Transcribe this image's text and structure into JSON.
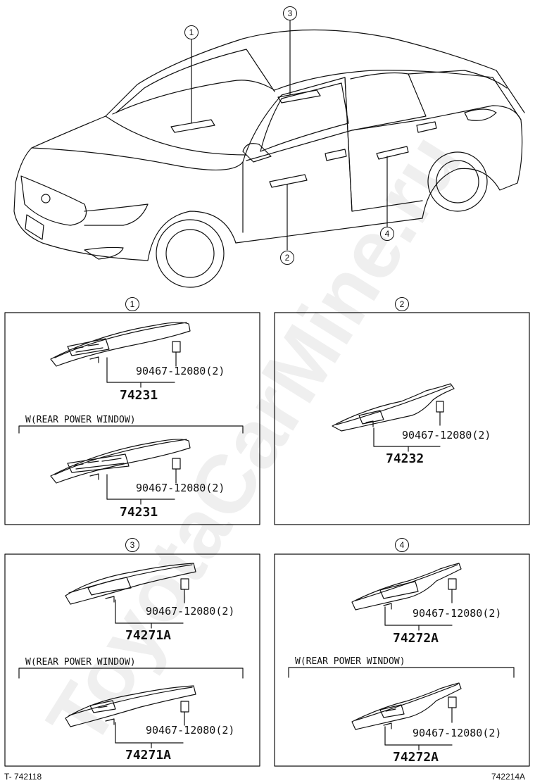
{
  "callouts": {
    "c1": "1",
    "c2": "2",
    "c3": "3",
    "c4": "4"
  },
  "panels": {
    "p1": {
      "index": "1",
      "parts": [
        {
          "clip": "90467-12080(2)",
          "part_no": "74231"
        },
        {
          "variant": "W(REAR POWER WINDOW)",
          "clip": "90467-12080(2)",
          "part_no": "74231"
        }
      ]
    },
    "p2": {
      "index": "2",
      "parts": [
        {
          "clip": "90467-12080(2)",
          "part_no": "74232"
        }
      ]
    },
    "p3": {
      "index": "3",
      "parts": [
        {
          "clip": "90467-12080(2)",
          "part_no": "74271A"
        },
        {
          "variant": "W(REAR POWER WINDOW)",
          "clip": "90467-12080(2)",
          "part_no": "74271A"
        }
      ]
    },
    "p4": {
      "index": "4",
      "parts": [
        {
          "clip": "90467-12080(2)",
          "part_no": "74272A"
        },
        {
          "variant": "W(REAR POWER WINDOW)",
          "clip": "90467-12080(2)",
          "part_no": "74272A"
        }
      ]
    }
  },
  "footer": {
    "left_code": "T- 742118",
    "right_code": "742214A"
  },
  "watermark": "ToyotaCarMine.ru"
}
